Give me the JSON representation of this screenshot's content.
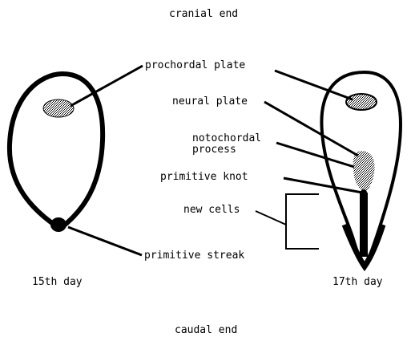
{
  "labels": {
    "cranial_end": "cranial end",
    "caudal_end": "caudal end",
    "prochordal_plate": "prochordal plate",
    "neural_plate": "neural plate",
    "notochordal_process_line1": "notochordal",
    "notochordal_process_line2": "process",
    "primitive_knot": "primitive knot",
    "new_cells": "new cells",
    "primitive_streak": "primitive streak",
    "day15": "15th day",
    "day17": "17th day"
  },
  "colors": {
    "ink": "#000000",
    "background": "#ffffff"
  }
}
